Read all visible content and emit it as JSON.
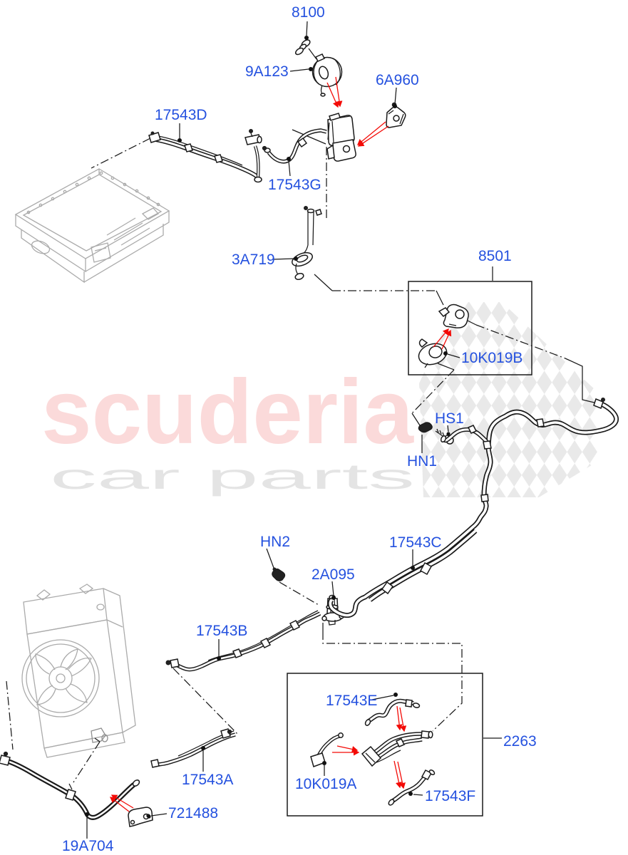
{
  "watermark": {
    "brand": "scuderia",
    "tagline": "car parts"
  },
  "labels": [
    {
      "text": "8100"
    },
    {
      "text": "9A123"
    },
    {
      "text": "6A960"
    },
    {
      "text": "17543D"
    },
    {
      "text": "17543G"
    },
    {
      "text": "3A719"
    },
    {
      "text": "8501"
    },
    {
      "text": "10K019B"
    },
    {
      "text": "HS1"
    },
    {
      "text": "HN1"
    },
    {
      "text": "HN2"
    },
    {
      "text": "2A095"
    },
    {
      "text": "17543C"
    },
    {
      "text": "17543B"
    },
    {
      "text": "17543E"
    },
    {
      "text": "2263"
    },
    {
      "text": "10K019A"
    },
    {
      "text": "17543F"
    },
    {
      "text": "17543A"
    },
    {
      "text": "721488"
    },
    {
      "text": "19A704"
    }
  ],
  "colors": {
    "label_blue": "#2451df",
    "arrow_red": "#f30a06",
    "line_black": "#1a1a1a",
    "reference_gray": "#ababab",
    "watermark_pink": "#fbdada",
    "watermark_gray": "#e4e4e4",
    "checker_gray": "#e0e0e0"
  }
}
